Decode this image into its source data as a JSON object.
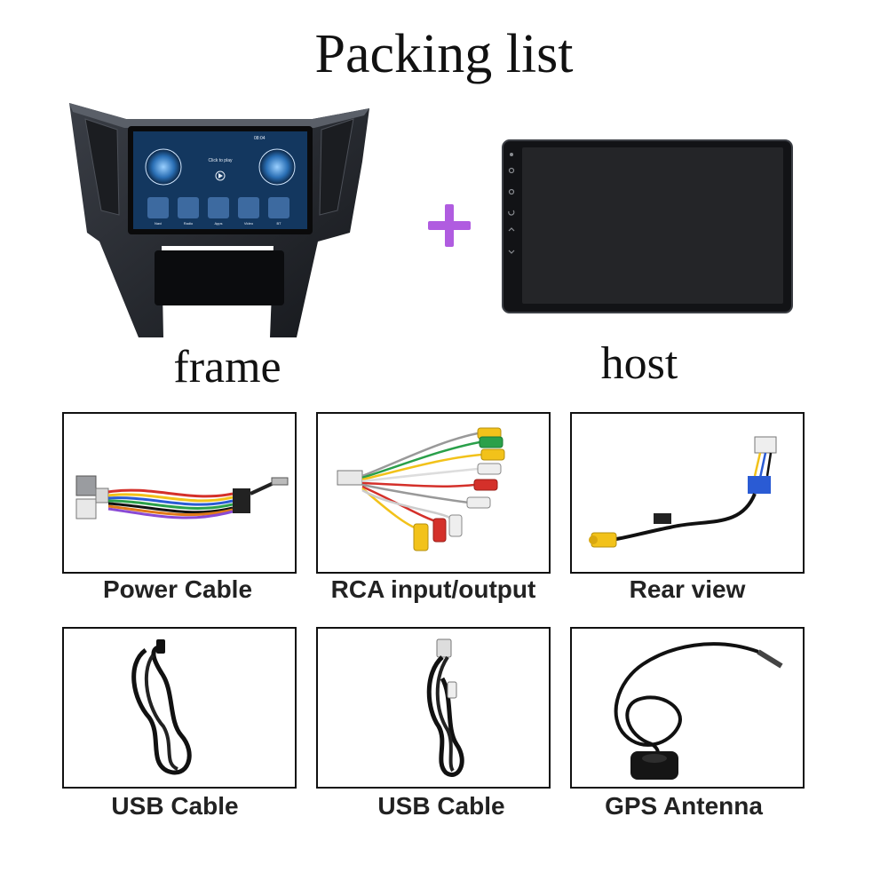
{
  "title": "Packing list",
  "main_items": {
    "frame_label": "frame",
    "host_label": "host",
    "frame_screen": {
      "time": "08:04",
      "media_prompt": "Click to play",
      "apps": [
        "Navi",
        "Radio",
        "Apps",
        "Video",
        "BT"
      ]
    }
  },
  "accessories": [
    {
      "label": "Power Cable",
      "icon": "power-cable-icon"
    },
    {
      "label": "RCA input/output",
      "icon": "rca-cable-icon"
    },
    {
      "label": "Rear view",
      "icon": "rear-view-cable-icon"
    },
    {
      "label": "USB Cable",
      "icon": "usb-cable-icon"
    },
    {
      "label": "USB Cable",
      "icon": "usb-cable-icon"
    },
    {
      "label": "GPS Antenna",
      "icon": "gps-antenna-icon"
    }
  ],
  "colors": {
    "plus": "#b05ce0",
    "frame_body": "#2a2d33",
    "screen_bg": "#0f2a4a",
    "text": "#111111"
  }
}
